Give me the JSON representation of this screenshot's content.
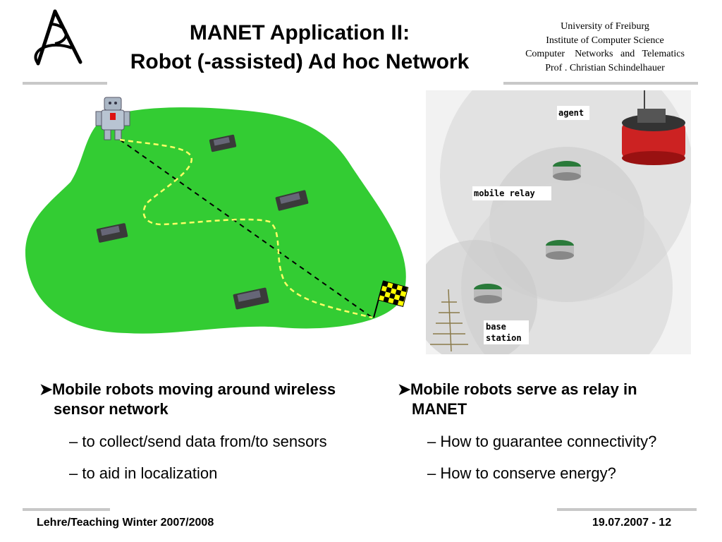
{
  "header": {
    "title_line1": "MANET Application II:",
    "title_line2": "Robot (-assisted) Ad hoc Network",
    "institution": [
      "University of Freiburg",
      "Institute of Computer Science",
      "Computer    Networks   and   Telematics",
      "Prof . Christian Schindelhauer"
    ]
  },
  "figure_right": {
    "labels": {
      "agent": "agent",
      "mobile_relay": "mobile relay",
      "base_line1": "base",
      "base_line2": "station"
    }
  },
  "bullets_left": {
    "main_line1": "Mobile robots moving around wireless",
    "main_line2": "sensor network",
    "sub1": "– to collect/send data from/to sensors",
    "sub2": "– to aid in localization"
  },
  "bullets_right": {
    "main_line1": "Mobile robots serve as relay in",
    "main_line2": "MANET",
    "sub1": "– How to guarantee connectivity?",
    "sub2": "– How to conserve energy?"
  },
  "footer": {
    "left": "Lehre/Teaching Winter 2007/2008",
    "right": "19.07.2007 - 12"
  },
  "colors": {
    "field_green": "#33cc33",
    "path_yellow": "#ffff66",
    "rule_gray": "#c8c8c8"
  }
}
